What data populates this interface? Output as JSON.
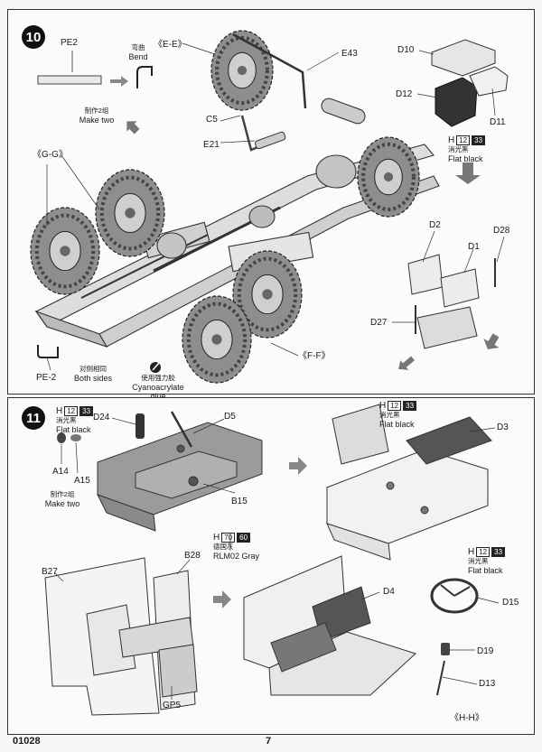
{
  "page": {
    "catalog_number": "01028",
    "page_number": "7"
  },
  "step10": {
    "number": "10",
    "labels": {
      "pe2": "PE2",
      "bend_cn": "弯曲",
      "bend_en": "Bend",
      "ee": "《E-E》",
      "e43": "E43",
      "d10": "D10",
      "d12": "D12",
      "d11": "D11",
      "make_two_cn": "制作2组",
      "make_two_en": "Make two",
      "c5": "C5",
      "e21": "E21",
      "gg": "《G-G》",
      "d2": "D2",
      "d1": "D1",
      "d28": "D28",
      "d27": "D27",
      "ff": "《F-F》",
      "pe2_dash": "PE-2",
      "both_sides_cn": "对侧相同",
      "both_sides_en": "Both sides",
      "glue_cn": "使用强力胶",
      "glue_en": "Cyanoacrylate glue"
    },
    "paint": {
      "h": "H",
      "n1": "12",
      "n2": "33",
      "cn": "消光黑",
      "en": "Flat black"
    }
  },
  "step11": {
    "number": "11",
    "labels": {
      "d24": "D24",
      "d5": "D5",
      "a14": "A14",
      "a15": "A15",
      "make_two_cn": "制作2组",
      "make_two_en": "Make two",
      "b15": "B15",
      "d3": "D3",
      "b27": "B27",
      "b28": "B28",
      "d4": "D4",
      "d15": "D15",
      "d19": "D19",
      "d13": "D13",
      "gp5": "GP5",
      "hh": "《H-H》"
    },
    "paint_black": {
      "h": "H",
      "n1": "12",
      "n2": "33",
      "cn": "消光黑",
      "en": "Flat black"
    },
    "paint_gray": {
      "h": "H",
      "n1": "70",
      "n2": "60",
      "cn": "德国灰",
      "en": "RLM02 Gray"
    }
  }
}
